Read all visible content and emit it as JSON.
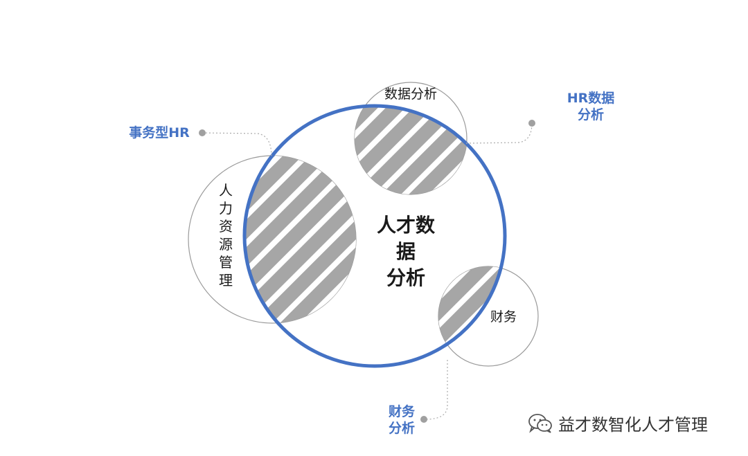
{
  "center": {
    "line1": "人才数据",
    "line2": "分析"
  },
  "circles": {
    "hr_management": {
      "label_chars": [
        "人",
        "力",
        "资",
        "源",
        "管",
        "理"
      ]
    },
    "data_analysis": {
      "label": "数据分析"
    },
    "finance": {
      "label": "财务"
    }
  },
  "callouts": {
    "transactional_hr": "事务型HR",
    "hr_data_analysis": {
      "line1": "HR数据",
      "line2": "分析"
    },
    "finance_analysis": {
      "line1": "财务",
      "line2": "分析"
    }
  },
  "watermark": {
    "text": "益才数智化人才管理"
  },
  "colors": {
    "accent": "#4472c4",
    "hatch": "#a6a6a6",
    "outline": "#9a9a9a"
  }
}
